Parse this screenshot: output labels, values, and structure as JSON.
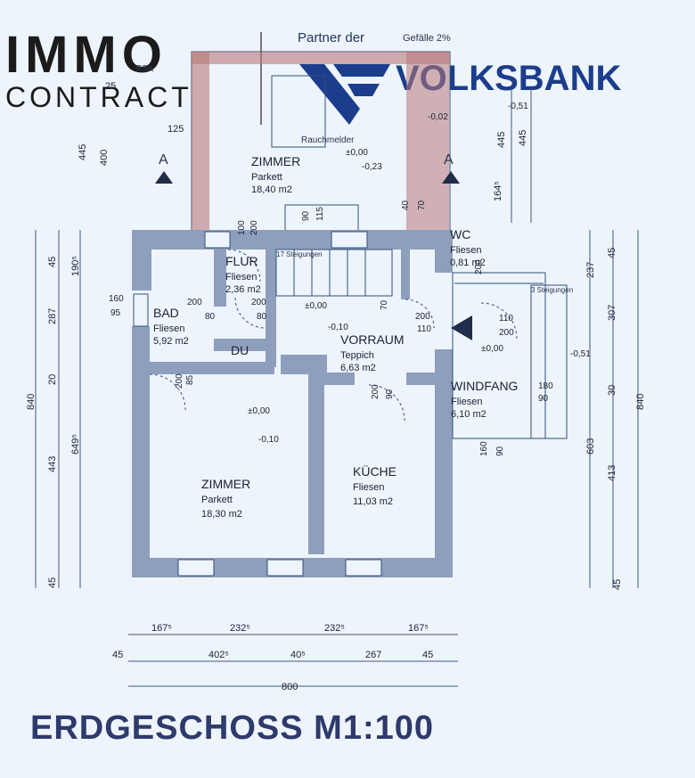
{
  "branding": {
    "immo": "IMMO",
    "contract": "CONTRACT",
    "partner_text": "Partner der",
    "bank_name": "VOLKSBANK",
    "bank_color": "#1c3d8c"
  },
  "plan_title": "ERDGESCHOSS M1:100",
  "rooms": [
    {
      "id": "zimmer-oben",
      "name": "ZIMMER",
      "floor": "Parkett",
      "area": "18,40 m2"
    },
    {
      "id": "flur",
      "name": "FLUR",
      "floor": "Fliesen",
      "area": "2,36 m2"
    },
    {
      "id": "wc",
      "name": "WC",
      "floor": "Fliesen",
      "area": "0,81 m2"
    },
    {
      "id": "bad",
      "name": "BAD",
      "floor": "Fliesen",
      "area": "5,92 m2"
    },
    {
      "id": "du",
      "name": "DU"
    },
    {
      "id": "vorraum",
      "name": "VORRAUM",
      "floor": "Teppich",
      "area": "6,63 m2"
    },
    {
      "id": "windfang",
      "name": "WINDFANG",
      "floor": "Fliesen",
      "area": "6,10 m2"
    },
    {
      "id": "zimmer-unten",
      "name": "ZIMMER",
      "floor": "Parkett",
      "area": "18,30 m2"
    },
    {
      "id": "kueche",
      "name": "KÜCHE",
      "floor": "Fliesen",
      "area": "11,03 m2"
    }
  ],
  "levels": [
    "±0,00",
    "-0,23",
    "±0,00",
    "-0,10",
    "±0,00",
    "-0,51",
    "±0,00",
    "-0,10",
    "-0,51",
    "-0,02"
  ],
  "annotations": {
    "gefaelle": "Gefälle 2%",
    "rauchmelder": "Rauchmelder",
    "rsk": "RSK",
    "steigungen_top": "17 Steigungen",
    "steigungen_right": "3 Steigungen",
    "section": "A"
  },
  "bottom_dims": {
    "row1": [
      "167⁵",
      "232⁵",
      "232⁵",
      "167⁵"
    ],
    "row2": [
      "45",
      "402⁵",
      "40⁵",
      "267",
      "45"
    ],
    "total": "800"
  },
  "left_dims": [
    "45",
    "190⁵",
    "287",
    "20",
    "443",
    "649⁵",
    "45",
    "840"
  ],
  "right_dims": [
    "45",
    "237",
    "307",
    "30",
    "413",
    "603",
    "45",
    "840"
  ],
  "top_dims": [
    "445",
    "400",
    "445",
    "445",
    "164⁵",
    "25",
    "125"
  ],
  "opening_dims": [
    "200",
    "80",
    "200",
    "80",
    "200",
    "85",
    "200",
    "90",
    "160",
    "95",
    "100",
    "200",
    "90",
    "115",
    "40",
    "70",
    "200",
    "110",
    "110",
    "200",
    "180",
    "90",
    "160",
    "90",
    "200",
    "70"
  ],
  "colors": {
    "wall": "#8e9fbd",
    "bg": "#eef4fb",
    "line": "#2f4f7a",
    "red": "#b8797a"
  }
}
